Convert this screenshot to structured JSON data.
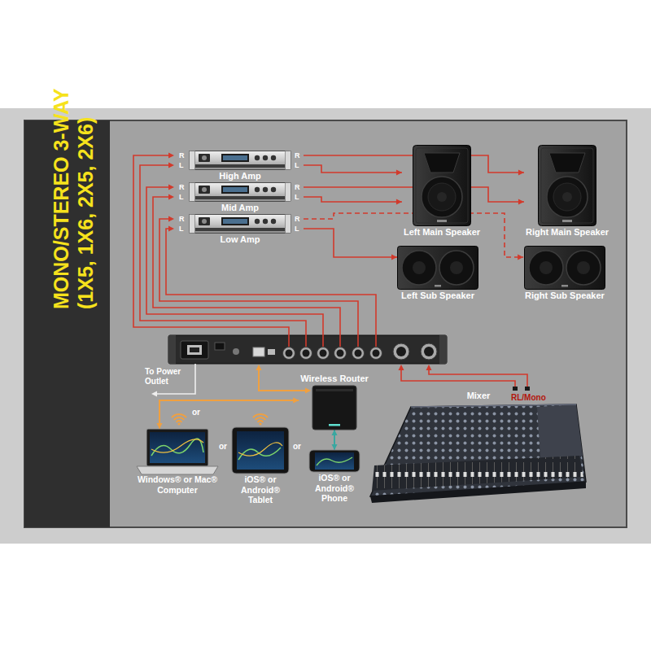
{
  "diagram": {
    "title": "MONO/STEREO 3-WAY (1X5, 1X6, 2X5, 2X6)",
    "nodes": [
      {
        "text": [
          "High Amp"
        ]
      },
      {
        "text": [
          "Mid Amp"
        ]
      },
      {
        "text": [
          "Low Amp"
        ]
      },
      {
        "text": [
          "Left Main Speaker"
        ]
      },
      {
        "text": [
          "Right Main Speaker"
        ]
      },
      {
        "text": [
          "Left Sub Speaker"
        ]
      },
      {
        "text": [
          "Right Sub Speaker"
        ]
      },
      {
        "text": [
          "Wireless Router"
        ]
      },
      {
        "text": [
          "Mixer"
        ]
      },
      {
        "text": [
          "Windows® or Mac® Computer"
        ]
      },
      {
        "text": [
          "iOS® or Android® Tablet"
        ]
      },
      {
        "text": [
          "iOS® or Android® Phone"
        ]
      }
    ],
    "edges": [
      {
        "from": 0,
        "to": 3,
        "arrow": "to"
      },
      {
        "from": 0,
        "to": 4,
        "arrow": "to"
      },
      {
        "from": 1,
        "to": 3,
        "arrow": "to"
      },
      {
        "from": 1,
        "to": 4,
        "arrow": "to"
      },
      {
        "from": 2,
        "to": 5,
        "arrow": "to"
      },
      {
        "from": 2,
        "to": 6,
        "arrow": "to"
      },
      {
        "from": 9,
        "to": 7,
        "arrow": "both"
      },
      {
        "from": 11,
        "to": 7,
        "arrow": "both"
      }
    ],
    "labels": [
      "R",
      "L",
      "R",
      "L",
      "R",
      "L",
      "R",
      "L",
      "R",
      "L",
      "R",
      "L",
      "To Power Outlet",
      "or",
      "or",
      "or",
      "RL/Mono"
    ]
  }
}
